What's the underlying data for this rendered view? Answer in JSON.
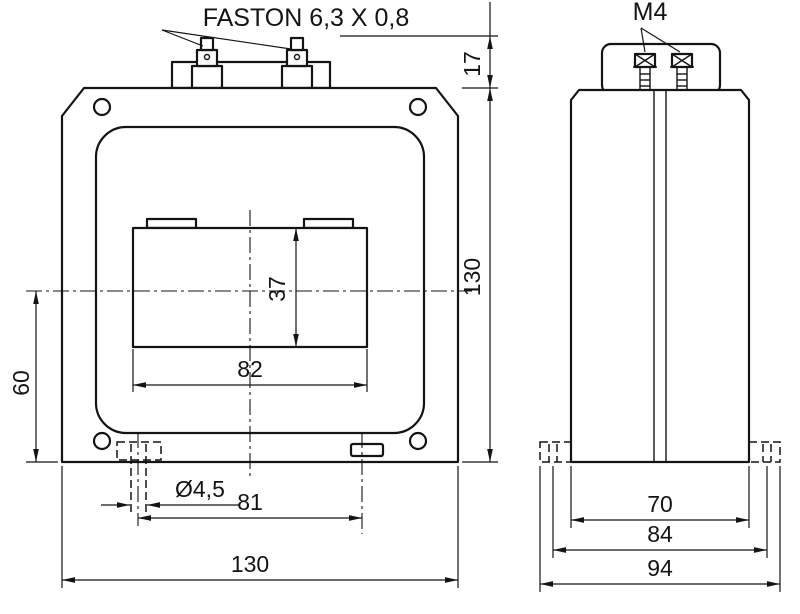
{
  "page": {
    "background": "#ffffff",
    "line_color": "#141414",
    "drawing_type": "technical dimension drawing, front and side view"
  },
  "front_view": {
    "connector_label": "FASTON 6,3 X 0,8",
    "dimensions": {
      "terminal_height": "17",
      "overall_height": "130",
      "window_height": "37",
      "window_width": "82",
      "center_height": "60",
      "hole_diameter": "Ø4,5",
      "hole_spacing": "81",
      "overall_width": "130"
    }
  },
  "side_view": {
    "screw_label": "M4",
    "dimensions": {
      "body_width": "70",
      "slot_spacing": "84",
      "overall_width": "94"
    }
  }
}
